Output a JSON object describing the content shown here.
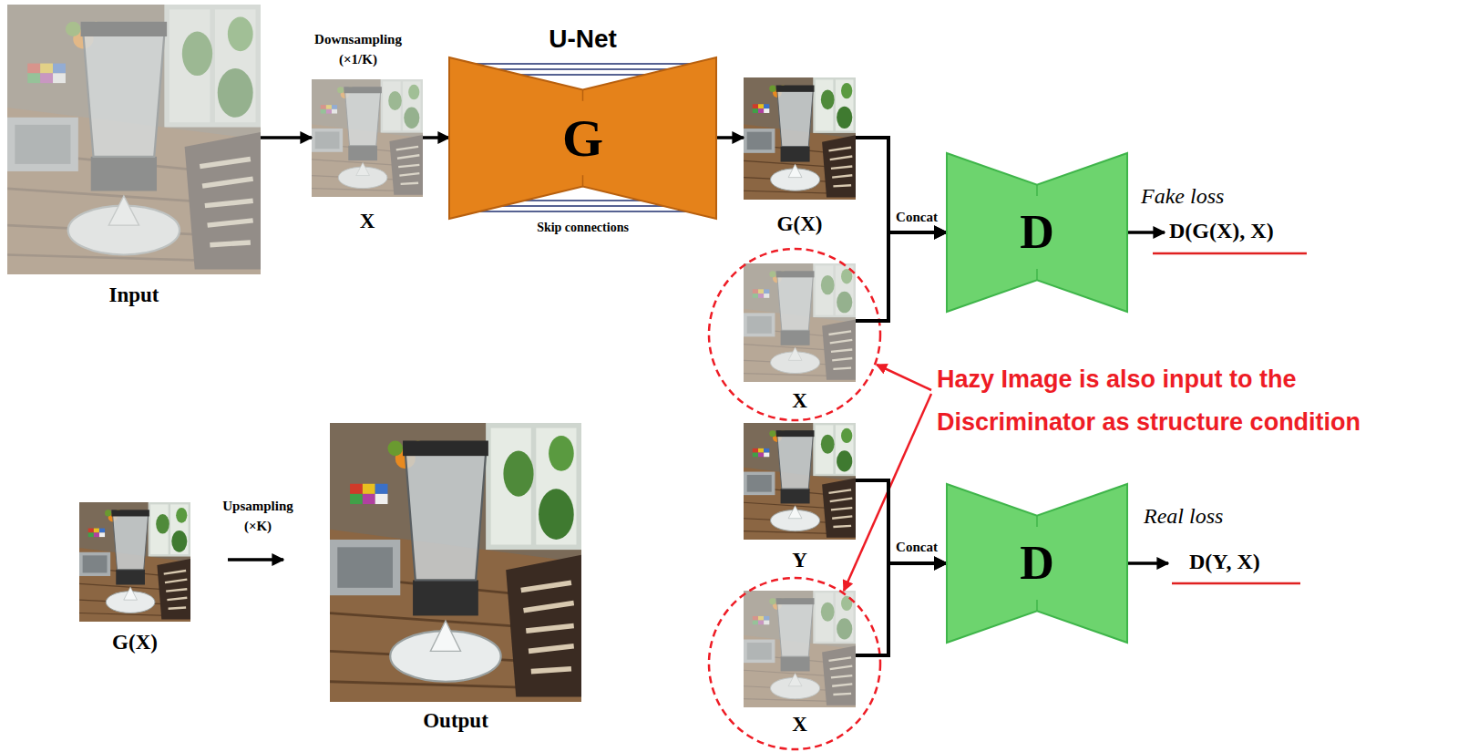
{
  "diagram": {
    "nodes": [
      {
        "text": [
          "Input"
        ]
      },
      {
        "text": [
          "X"
        ]
      },
      {
        "text": [
          "U-Net",
          "G",
          "Skip connections"
        ]
      },
      {
        "text": [
          "G(X)"
        ]
      },
      {
        "text": [
          "X"
        ]
      },
      {
        "text": [
          "D"
        ]
      },
      {
        "text": [
          "Y"
        ]
      },
      {
        "text": [
          "X"
        ]
      },
      {
        "text": [
          "D"
        ]
      },
      {
        "text": [
          "G(X)"
        ]
      },
      {
        "text": [
          "Output"
        ]
      }
    ],
    "edges": [
      {
        "from": 0,
        "to": 1,
        "arrow": "to",
        "label": "Downsampling (×1/K)"
      },
      {
        "from": 1,
        "to": 2,
        "arrow": "to"
      },
      {
        "from": 2,
        "to": 3,
        "arrow": "to"
      },
      {
        "from": 3,
        "to": 5,
        "arrow": "to",
        "label": "Concat"
      },
      {
        "from": 4,
        "to": 5,
        "arrow": "to"
      },
      {
        "from": 6,
        "to": 8,
        "arrow": "to",
        "label": "Concat"
      },
      {
        "from": 7,
        "to": 8,
        "arrow": "to"
      },
      {
        "from": 9,
        "to": 10,
        "arrow": "to",
        "label": "Upsampling (×K)"
      }
    ],
    "labels": [
      "Fake loss",
      "D(G(X), X)",
      "Real loss",
      "D(Y, X)",
      "Hazy Image is also input to the Discriminator as structure condition"
    ]
  }
}
